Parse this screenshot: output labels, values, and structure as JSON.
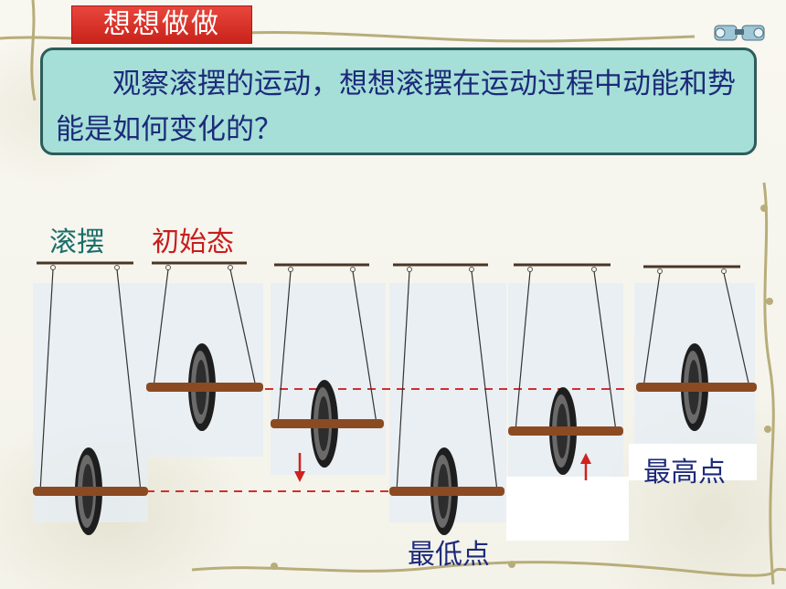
{
  "header": {
    "tag": "想想做做"
  },
  "question": {
    "text": "观察滚摆的运动，想想滚摆在运动过程中动能和势能是如何变化的？"
  },
  "labels": {
    "pendulum": "滚摆",
    "initial_state": "初始态",
    "lowest_point": "最低点",
    "highest_point": "最高点"
  },
  "colors": {
    "tag_red": "#d8352b",
    "box_fill": "#a5dfd7",
    "text_blue": "#1d2a7a",
    "teal": "#1a6e6a",
    "red": "#c81d1d",
    "rod_brown": "#8b4a22"
  },
  "figures": [
    {
      "stage": "lowest",
      "arrow": "none"
    },
    {
      "stage": "initial",
      "arrow": "none"
    },
    {
      "stage": "falling",
      "arrow": "down"
    },
    {
      "stage": "lowest",
      "arrow": "none"
    },
    {
      "stage": "rising",
      "arrow": "up"
    },
    {
      "stage": "highest",
      "arrow": "none"
    }
  ]
}
